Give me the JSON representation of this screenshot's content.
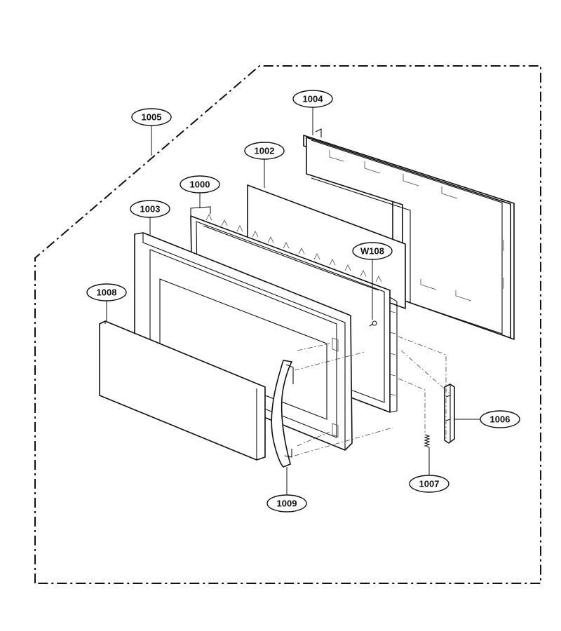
{
  "callouts": [
    {
      "id": "c1005",
      "label": "1005"
    },
    {
      "id": "c1004",
      "label": "1004"
    },
    {
      "id": "c1002",
      "label": "1002"
    },
    {
      "id": "c1000",
      "label": "1000"
    },
    {
      "id": "c1003",
      "label": "1003"
    },
    {
      "id": "cW108",
      "label": "W108"
    },
    {
      "id": "c1008",
      "label": "1008"
    },
    {
      "id": "c1006",
      "label": "1006"
    },
    {
      "id": "c1007",
      "label": "1007"
    },
    {
      "id": "c1009",
      "label": "1009"
    }
  ]
}
